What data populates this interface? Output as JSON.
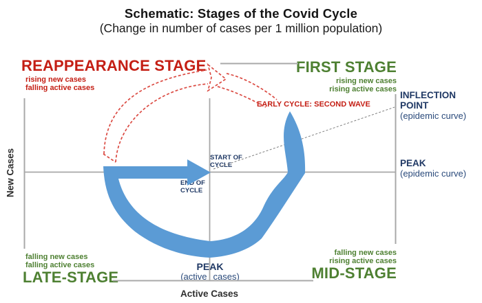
{
  "title": {
    "main": "Schematic: Stages of the Covid Cycle",
    "subtitle": "(Change in number of cases per 1 million population)"
  },
  "axes": {
    "y_label": "New Cases",
    "x_label": "Active Cases"
  },
  "stages": {
    "reappearance": {
      "title": "REAPPEARANCE STAGE",
      "note1": "rising new cases",
      "note2": "falling active cases"
    },
    "first": {
      "title": "FIRST STAGE",
      "note1": "rising new cases",
      "note2": "rising active cases"
    },
    "late": {
      "title": "LATE-STAGE",
      "note1": "falling new cases",
      "note2": "falling active cases"
    },
    "mid": {
      "title": "MID-STAGE",
      "note1": "falling new cases",
      "note2": "rising active cases"
    }
  },
  "annotations": {
    "early_cycle": "EARLY CYCLE: SECOND WAVE",
    "inflection_line1": "INFLECTION",
    "inflection_line2": "POINT",
    "inflection_sub": "(epidemic curve)",
    "peak_right": "PEAK",
    "peak_right_sub": "(epidemic curve)",
    "peak_bottom": "PEAK",
    "peak_bottom_sub_word1": "(active",
    "peak_bottom_sub_word2": "cases)",
    "start_line1": "START OF",
    "start_line2": "CYCLE",
    "end_line1": "END OF",
    "end_line2": "CYCLE"
  },
  "colors": {
    "stage_red": "#C41E14",
    "dashed_arrow_red": "#DB4A42",
    "stage_green": "#4E8032",
    "navy": "#1F3864",
    "cycle_blue": "#5B9BD5",
    "grid_gray": "#A8A8A8"
  }
}
